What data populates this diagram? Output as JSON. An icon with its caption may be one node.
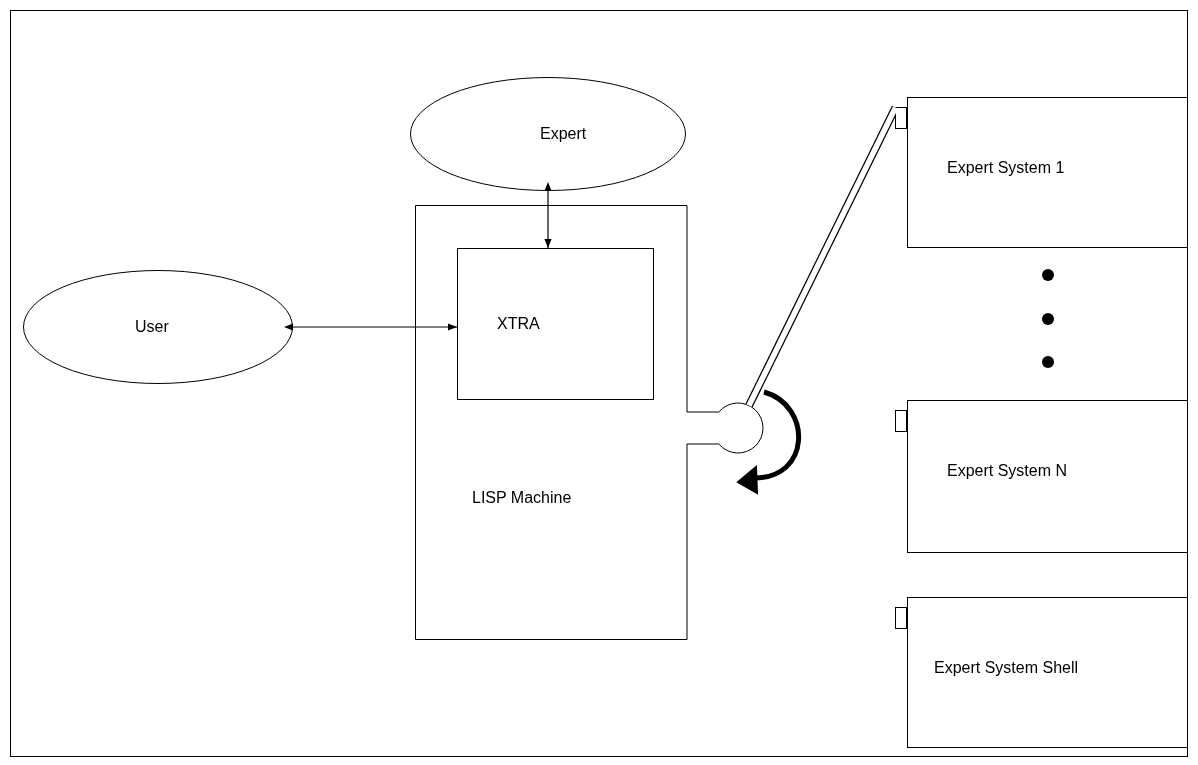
{
  "diagram": {
    "nodes": [
      {
        "text": [
          "Expert"
        ]
      },
      {
        "text": [
          "User"
        ]
      },
      {
        "text": [
          "LISP Machine"
        ]
      },
      {
        "text": [
          "XTRA"
        ],
        "in": 2
      },
      {
        "text": [
          "Expert System 1"
        ]
      },
      {
        "text": [
          "Expert System N"
        ]
      },
      {
        "text": [
          "Expert System Shell"
        ]
      }
    ],
    "edges": [
      {
        "from": 0,
        "to": 3,
        "arrow": "both"
      },
      {
        "from": 1,
        "to": 3,
        "arrow": "both"
      },
      {
        "from": 2,
        "to": 4,
        "arrow": "other",
        "style": "thick"
      }
    ]
  }
}
